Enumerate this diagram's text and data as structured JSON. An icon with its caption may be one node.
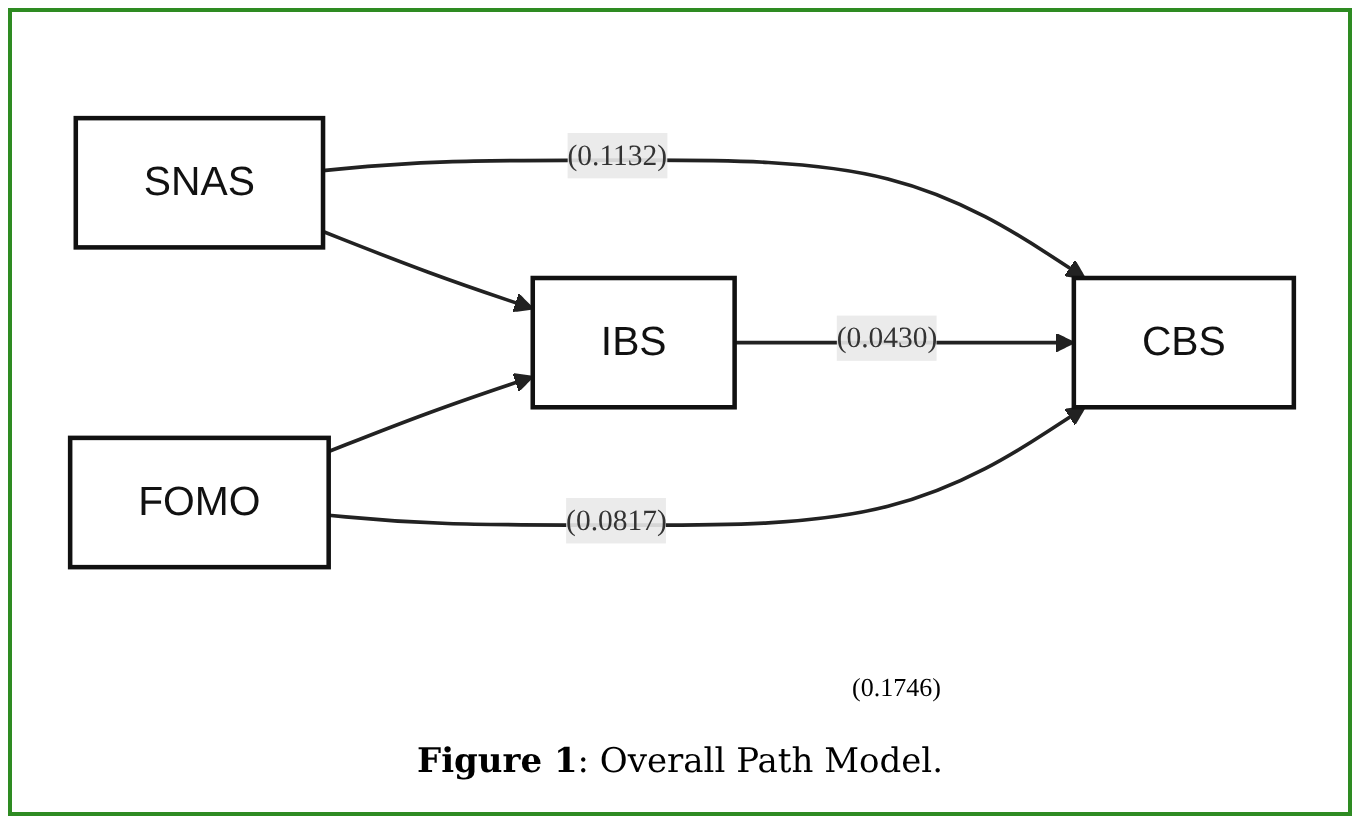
{
  "diagram": {
    "caption": "**Figure 1**: Overall Path Model.",
    "nodes": [
      {
        "text": [
          "SNAS"
        ]
      },
      {
        "text": [
          "IBS"
        ]
      },
      {
        "text": [
          "CBS"
        ]
      },
      {
        "text": [
          "FOMO"
        ]
      }
    ],
    "edges": [
      {
        "from": 0,
        "to": 1,
        "arrow": "to"
      },
      {
        "from": 0,
        "to": 2,
        "arrow": "to",
        "label": "(0.1132)"
      },
      {
        "from": 1,
        "to": 2,
        "arrow": "to",
        "label": "(0.0430)"
      },
      {
        "from": 3,
        "to": 1,
        "arrow": "to"
      },
      {
        "from": 3,
        "to": 2,
        "arrow": "to",
        "label": "(0.0817)"
      }
    ],
    "labels": [
      "(0.1746)"
    ]
  }
}
